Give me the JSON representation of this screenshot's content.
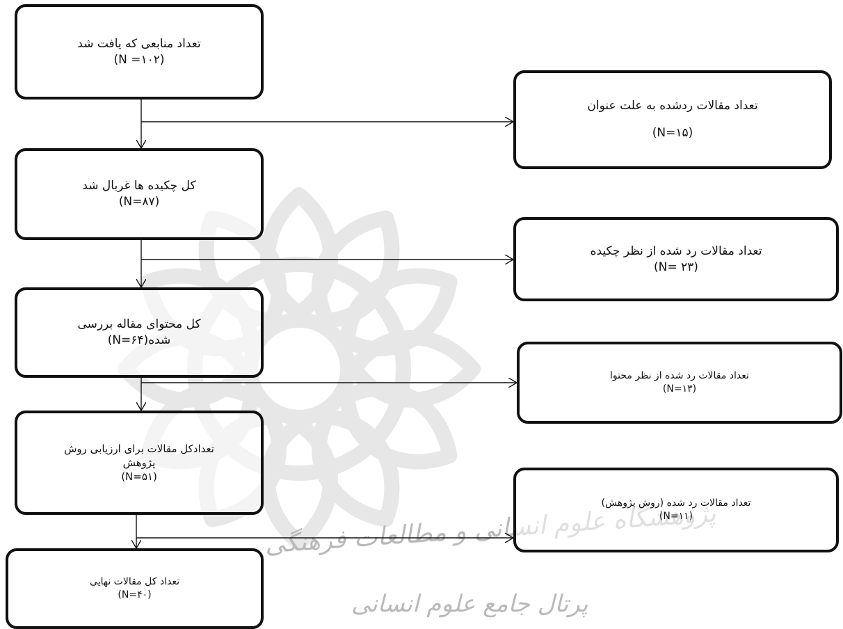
{
  "diagram": {
    "left_boxes": [
      {
        "text": "تعداد منابعی که یافت شد",
        "count": "(N =۱۰۲)"
      },
      {
        "text": "کل چکیده ها غربال شد",
        "count": "(N=۸۷)"
      },
      {
        "text": "کل محتوای مقاله بررسی",
        "text2": "شده",
        "count": "(N=۶۴)"
      },
      {
        "text": "تعدادکل مقالات برای ارزیابی روش",
        "text2": "پژوهش",
        "count": "(N=۵۱)"
      },
      {
        "text": "تعداد کل مقالات نهایی",
        "count": "(N=۴۰)"
      }
    ],
    "right_boxes": [
      {
        "text": "تعداد مقالات ردشده به علت عنوان",
        "count": "(N=۱۵)"
      },
      {
        "text": "تعداد مقالات رد شده از نظر چکیده",
        "count": "(N= ۲۳)"
      },
      {
        "text": "تعداد مقالات رد شده از نظر محتوا",
        "count": "(N=۱۳)"
      },
      {
        "text": "تعداد مقالات رد شده (روش پژوهش)",
        "count": "(N=۱۱)"
      }
    ]
  },
  "watermark": {
    "line1": "پژوهشگاه علوم انسانی و مطالعات فرهنگی",
    "line2": "پرتال جامع علوم انسانی",
    "color": "#b0b0b0"
  },
  "colors": {
    "stroke": "#111111",
    "background": "#ffffff"
  }
}
